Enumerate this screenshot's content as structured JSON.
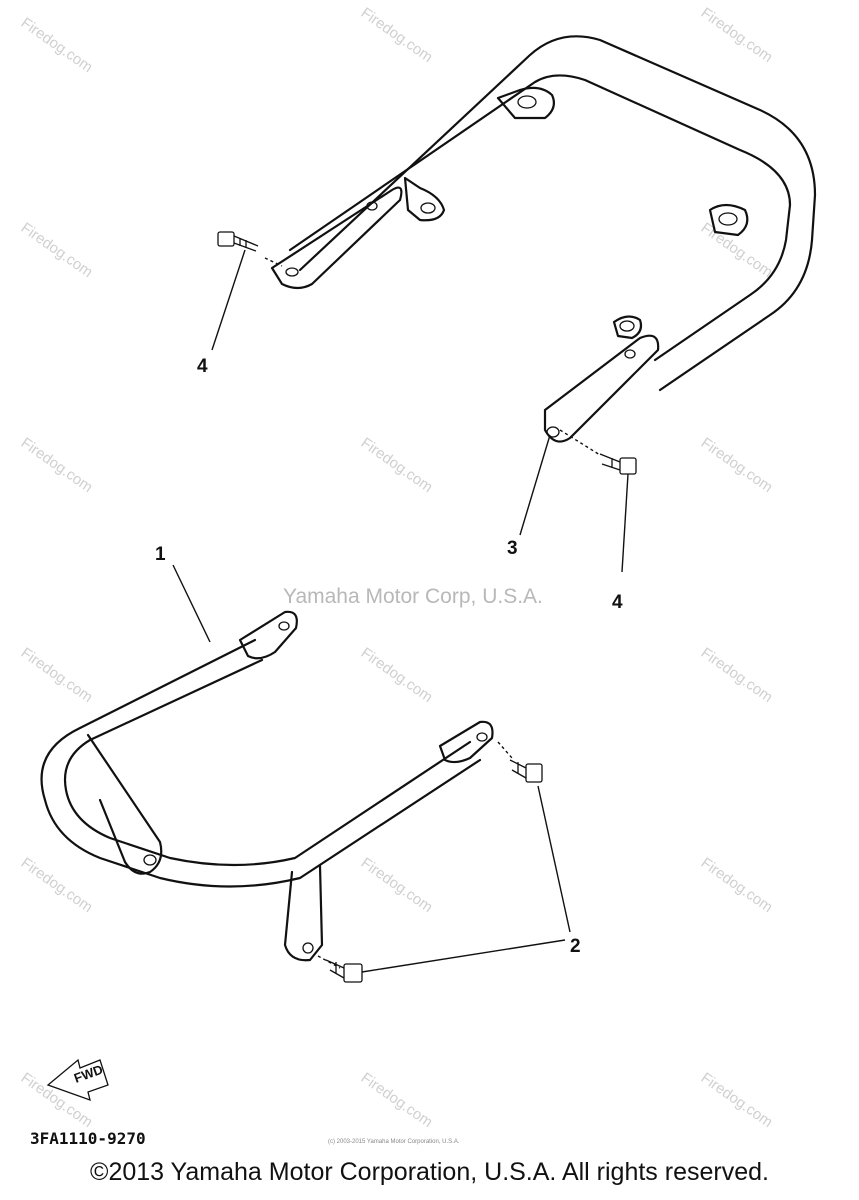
{
  "watermark": {
    "repeat_text": "Firedog.com",
    "center_text": "Yamaha Motor Corp, U.S.A."
  },
  "callouts": {
    "part1": "1",
    "part2": "2",
    "part3": "3",
    "part4_upper": "4",
    "part4_lower": "4"
  },
  "diagram_code": "3FA1110-9270",
  "direction_label": "FWD",
  "fine_print": "(c) 2003-2015 Yamaha Motor Corporation, U.S.A.",
  "copyright": "©2013 Yamaha Motor Corporation, U.S.A. All rights reserved."
}
